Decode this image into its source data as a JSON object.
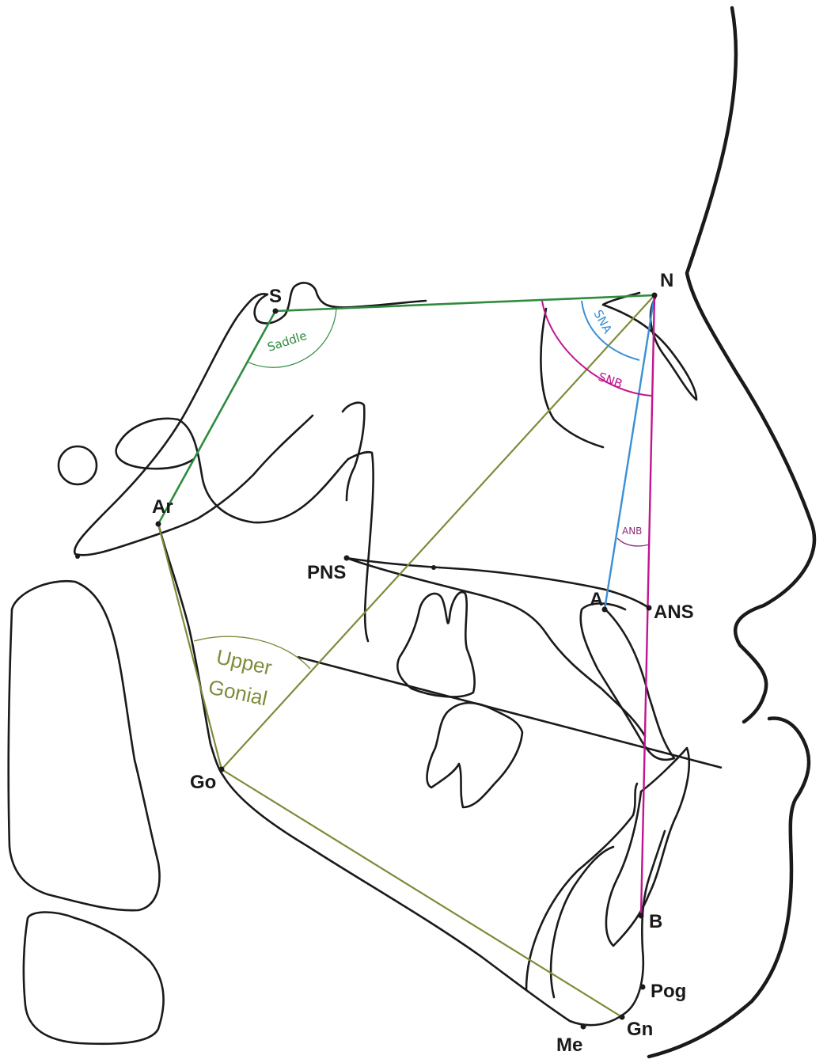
{
  "landmarks": {
    "S": "S",
    "N": "N",
    "Ar": "Ar",
    "PNS": "PNS",
    "A": "A",
    "ANS": "ANS",
    "Go": "Go",
    "B": "B",
    "Pog": "Pog",
    "Gn": "Gn",
    "Me": "Me"
  },
  "angles": {
    "saddle": "Saddle",
    "sna": "SNA",
    "snb": "SNB",
    "anb": "ANB",
    "upper_gonial_line1": "Upper",
    "upper_gonial_line2": "Gonial"
  },
  "colors": {
    "saddle": "#2e8b3e",
    "sna": "#3a8fd6",
    "snb": "#c0168f",
    "anb": "#8a2f7a",
    "gonial": "#7d8c3a",
    "trace": "#1a1a1a"
  }
}
